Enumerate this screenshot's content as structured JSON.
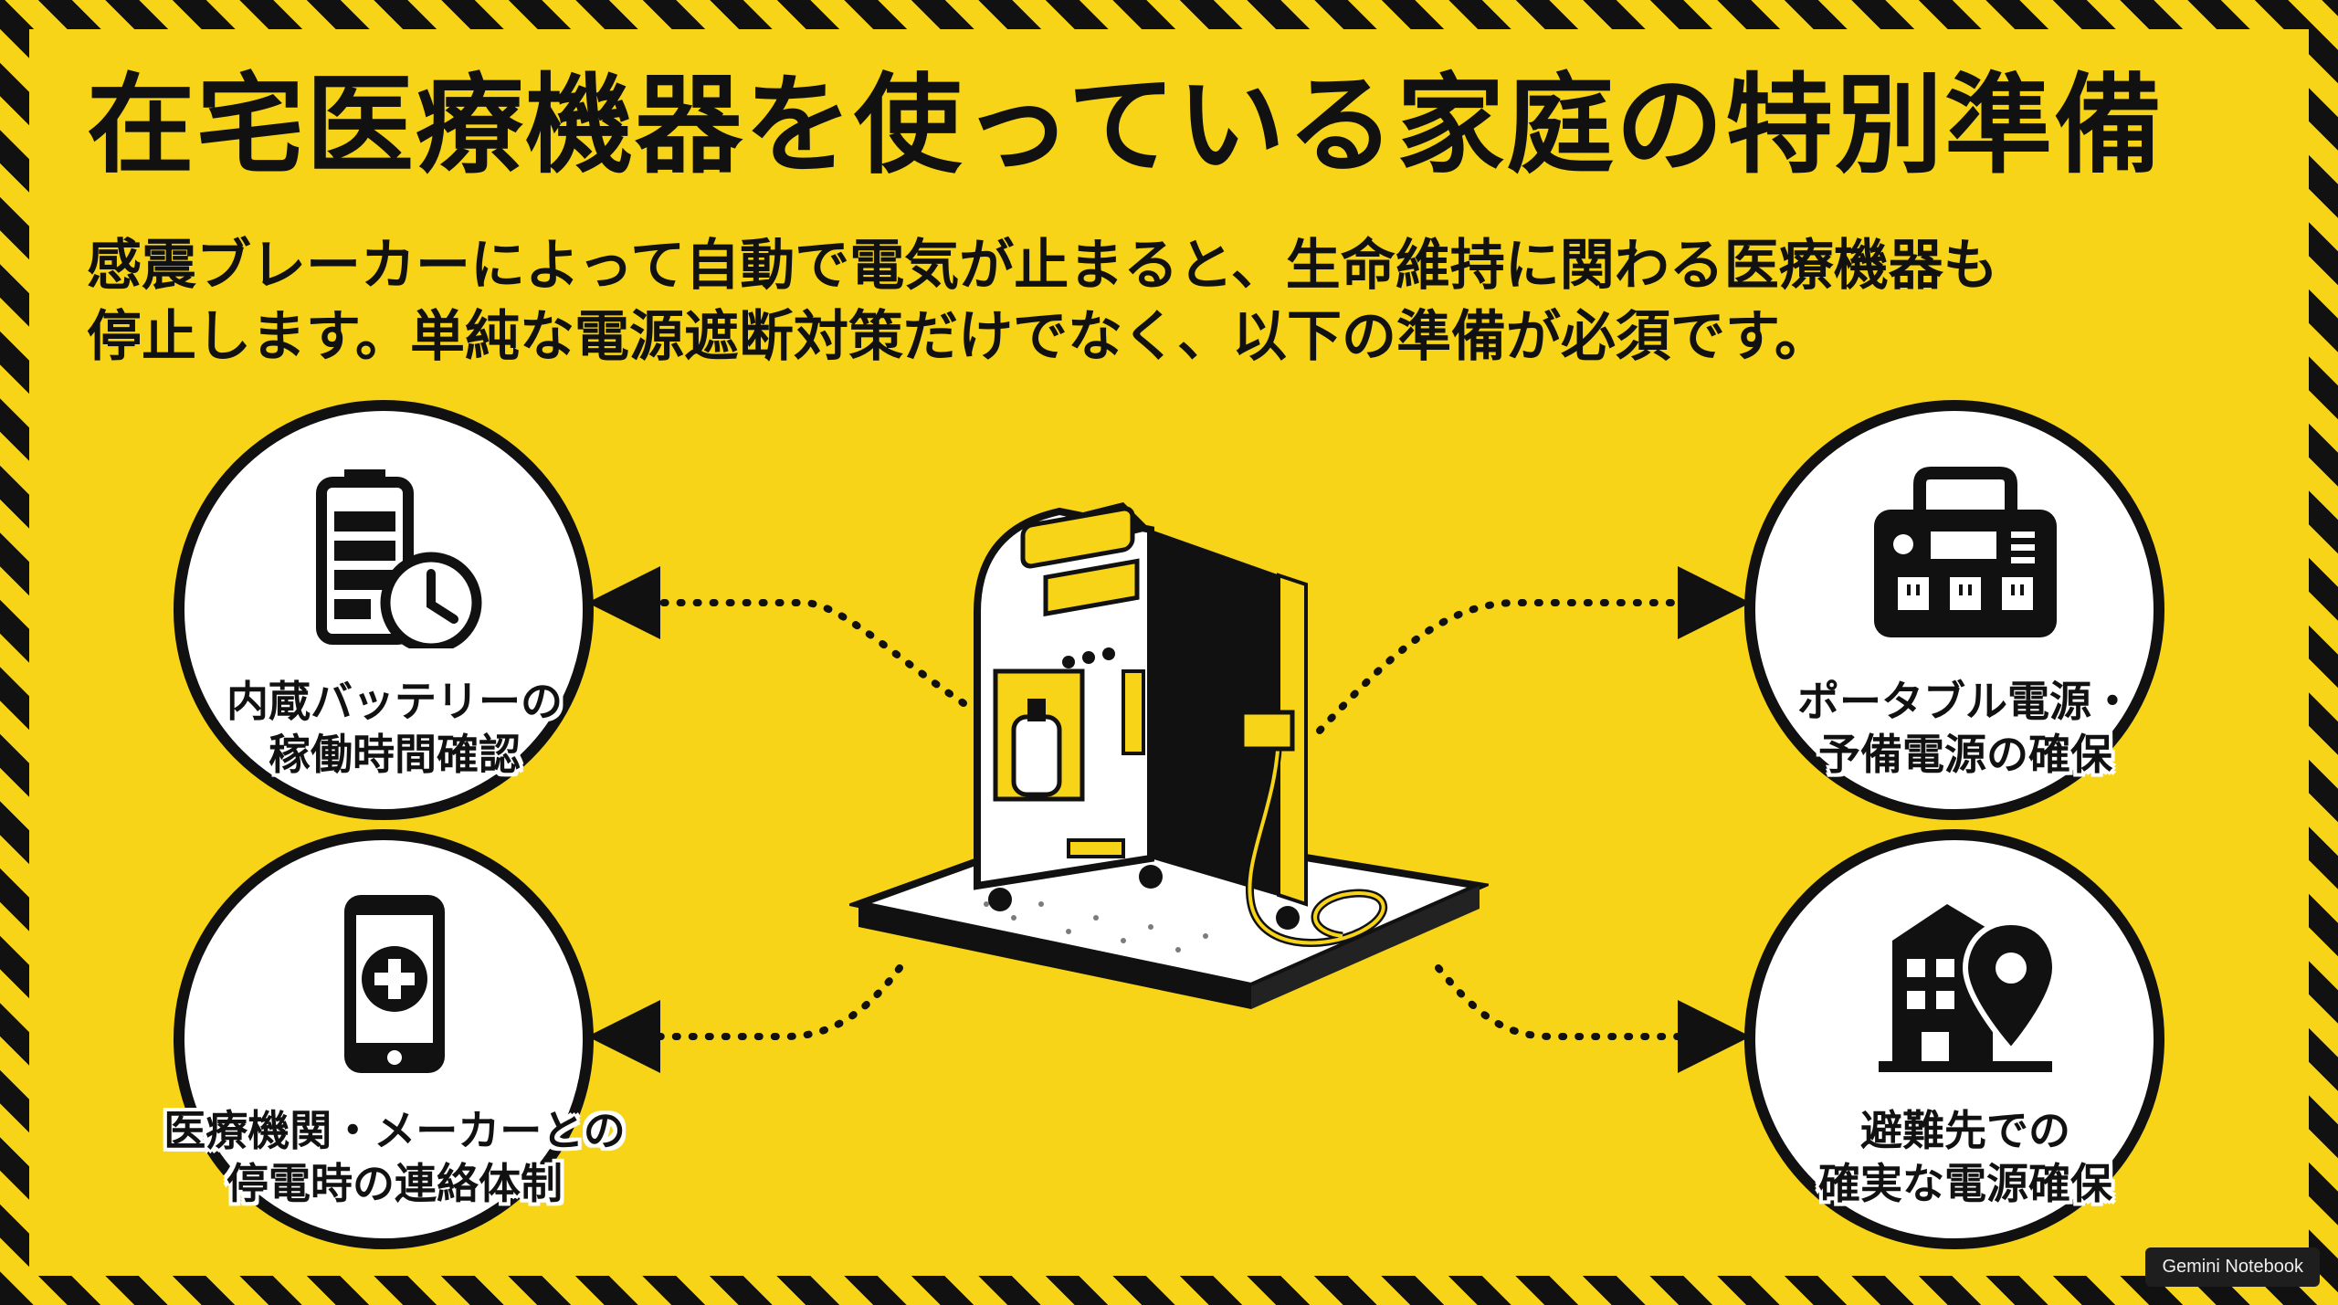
{
  "title": "在宅医療機器を使っている家庭の特別準備",
  "subtitle": {
    "line1": "感震ブレーカーによって自動で電気が止まると、生命維持に関わる医療機器も",
    "line2": "停止します。単純な電源遮断対策だけでなく、以下の準備が必須です。"
  },
  "items": [
    {
      "line1": "内蔵バッテリーの",
      "line2": "稼働時間確認",
      "icon": "battery-clock-icon"
    },
    {
      "line1": "医療機関・メーカーとの",
      "line2": "停電時の連絡体制",
      "icon": "smartphone-medical-icon"
    },
    {
      "line1": "ポータブル電源・",
      "line2": "予備電源の確保",
      "icon": "portable-power-station-icon"
    },
    {
      "line1": "避難先での",
      "line2": "確実な電源確保",
      "icon": "building-location-icon"
    }
  ],
  "center_icon": "oxygen-concentrator-icon",
  "watermark": "Gemini Notebook",
  "colors": {
    "background": "#F7D417",
    "ink": "#111111",
    "panel": "#FFFFFF"
  }
}
